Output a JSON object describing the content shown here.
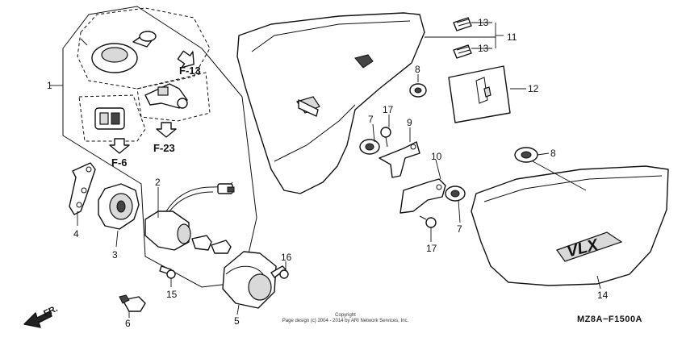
{
  "callouts": {
    "p1": "1",
    "p2": "2",
    "p3": "3",
    "p4": "4",
    "p5": "5",
    "p6": "6",
    "p7a": "7",
    "p7b": "7",
    "p8a": "8",
    "p8b": "8",
    "p9": "9",
    "p10": "10",
    "p11": "11",
    "p12": "12",
    "p13a": "13",
    "p13b": "13",
    "p14": "14",
    "p15": "15",
    "p16": "16",
    "p17a": "17",
    "p17b": "17"
  },
  "references": {
    "f13": "F-13",
    "f23": "F-23",
    "f6": "F-6"
  },
  "diagram_code": "MZ8A−F1500A",
  "copyright": {
    "line1": "Copyright",
    "line2": "Page design (c) 2004 - 2014 by ARI Network Services, Inc."
  },
  "direction_label": "FR.",
  "emblem_text": "VLX",
  "icons": [
    "front-direction-arrow-icon"
  ]
}
